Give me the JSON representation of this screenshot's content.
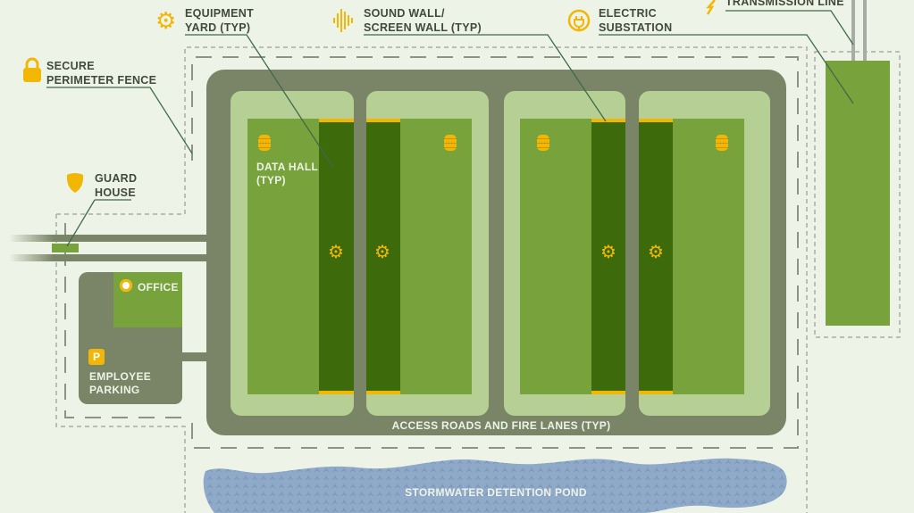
{
  "labels": {
    "equipment_yard": [
      "EQUIPMENT",
      "YARD (TYP)"
    ],
    "sound_wall": [
      "SOUND WALL/",
      "SCREEN WALL (TYP)"
    ],
    "electric_substation": [
      "ELECTRIC",
      "SUBSTATION"
    ],
    "transmission_line": "TRANSMISSION LINE",
    "secure_fence": [
      "SECURE",
      "PERIMETER FENCE"
    ],
    "guard_house": [
      "GUARD",
      "HOUSE"
    ],
    "data_hall": [
      "DATA HALL",
      "(TYP)"
    ],
    "office": "OFFICE",
    "parking_icon": "P",
    "employee_parking": [
      "EMPLOYEE",
      "PARKING"
    ],
    "access_roads": "ACCESS ROADS AND FIRE LANES (TYP)",
    "pond": "STORMWATER DETENTION POND"
  },
  "colors": {
    "road": "#7a8466",
    "pod": "#b6cf95",
    "hall": "#77a23c",
    "yard": "#3d6a0b",
    "accent": "#f2b705",
    "pond": "#8fa9c8"
  }
}
